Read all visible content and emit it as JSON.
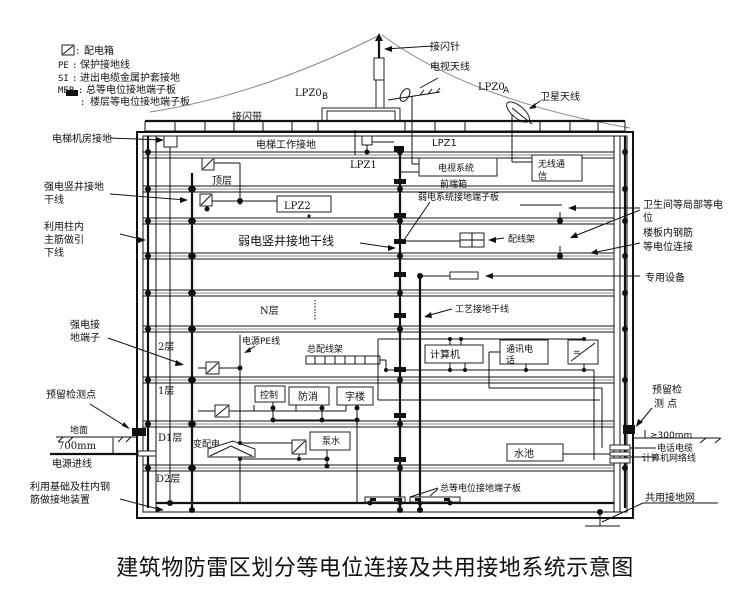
{
  "title": "建筑物防雷区划分等电位连接及共用接地系统示意图",
  "legend": {
    "items": [
      {
        "symbol": "配电箱符号",
        "text": "配电箱"
      },
      {
        "symbol": "PE",
        "text": "保护接地线"
      },
      {
        "symbol": "SI",
        "text": "进出电缆金属护套接地"
      },
      {
        "symbol": "MEB",
        "text": "总等电位接地端子板"
      },
      {
        "symbol": "楼层端子板符号",
        "text": "楼层等电位接地端子板"
      }
    ],
    "separator": ":"
  },
  "zones": {
    "lpz0a": "LPZ0",
    "lpz0a_sub": "A",
    "lpz0b": "LPZ0",
    "lpz0b_sub": "B",
    "lpz1_top": "LPZ1",
    "lpz1_inner": "LPZ1",
    "lpz2": "LPZ2"
  },
  "roof": {
    "air_terminal": "接闪针",
    "tv_antenna": "电视天线",
    "satellite_antenna": "卫星天线",
    "air_termination_strip": "接闪带"
  },
  "left_labels": {
    "elevator_room_ground": "电梯机房接地",
    "strong_shaft_ground_1": "强电竖井接地",
    "strong_shaft_ground_2": "干线",
    "column_downconductor_1": "利用柱内",
    "column_downconductor_2": "主筋做引",
    "column_downconductor_3": "下线",
    "strong_terminal_1": "强电接",
    "strong_terminal_2": "地端子",
    "test_point": "预留检测点",
    "ground_surface": "地面",
    "depth": "700mm",
    "power_incoming": "电源进线",
    "foundation_ground_1": "利用基础及柱内钢",
    "foundation_ground_2": "筋做接地装置"
  },
  "floors": {
    "top": "顶层",
    "n": "N层",
    "f2": "2层",
    "f1": "1层",
    "d1": "D1层",
    "d2": "D2层"
  },
  "inner_labels": {
    "elevator_work_ground": "电梯工作接地",
    "tv_system": "电视系统",
    "wireless_comm_1": "无线通",
    "wireless_comm_2": "信",
    "front_box": "前端箱",
    "weak_terminal_board": "弱电系统接地端子板",
    "weak_shaft_ground": "弱电竖井接地干线",
    "wiring_rack": "配线架",
    "process_ground": "工艺接地干线",
    "power_pe": "电源PE线",
    "main_wiring_rack": "总配线架",
    "computer": "计算机",
    "telephone_1": "通讯电",
    "telephone_2": "话",
    "ups_symbol": "=",
    "control": "控制",
    "fire": "防消",
    "elevator": "字楼",
    "substation": "变配电",
    "pump": "泵水",
    "pool": "水池",
    "meb_board": "总等电位接地端子板",
    "dots": "⋮"
  },
  "right_labels": {
    "bathroom_eq_1": "卫生间等局部等电",
    "bathroom_eq_2": "位",
    "floor_rebar_1": "楼板内钢筋",
    "floor_rebar_2": "等电位连接",
    "special_equipment": "专用设备",
    "test_point_1": "预留检",
    "test_point_2": "测 点",
    "min_depth": "≥300mm",
    "telephone_cable": "电话电缆",
    "network_cable": "计算机网络线",
    "common_ground_net": "共用接地网"
  }
}
